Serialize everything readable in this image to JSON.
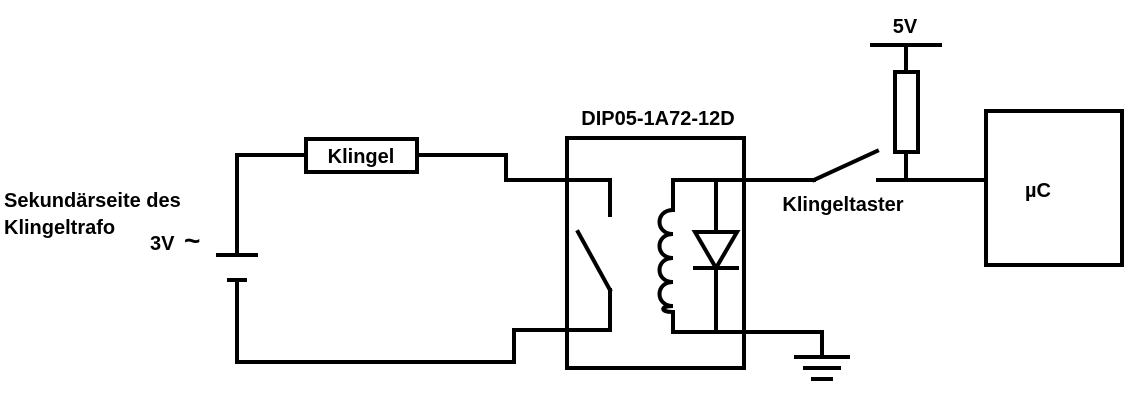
{
  "labels": {
    "source_line1": "Sekundärseite des",
    "source_line2": "Klingeltrafo",
    "source_voltage": "3V",
    "ac_symbol": "~",
    "bell": "Klingel",
    "relay": "DIP05-1A72-12D",
    "supply": "5V",
    "button": "Klingeltaster",
    "mcu": "µC"
  },
  "components": {
    "source": "ac-voltage-source",
    "bell": "bell-load",
    "relay": "reed-relay-with-diode",
    "resistor": "pull-up-resistor",
    "switch": "push-button-switch",
    "mcu": "microcontroller",
    "ground": "ground-symbol"
  }
}
